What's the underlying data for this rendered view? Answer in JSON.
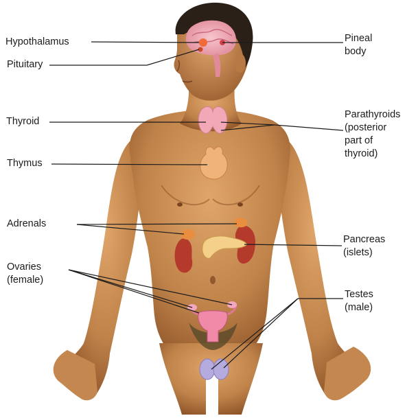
{
  "labels": {
    "hypothalamus": "Hypothalamus",
    "pituitary": "Pituitary",
    "thyroid": "Thyroid",
    "thymus": "Thymus",
    "adrenals": "Adrenals",
    "ovaries": "Ovaries\n(female)",
    "pineal": "Pineal\nbody",
    "parathyroids": "Parathyroids\n(posterior\npart of\nthyroid)",
    "pancreas": "Pancreas\n(islets)",
    "testes": "Testes\n(male)"
  },
  "colors": {
    "skin": "#c9894f",
    "skin_shadow": "#8a5226",
    "hair": "#2a2018",
    "gland_pink": "#f0a9b6",
    "gland_orange": "#e8924a",
    "pancreas": "#f2c77a",
    "testes": "#b9aee0",
    "leader_line": "#1b1b1b"
  }
}
